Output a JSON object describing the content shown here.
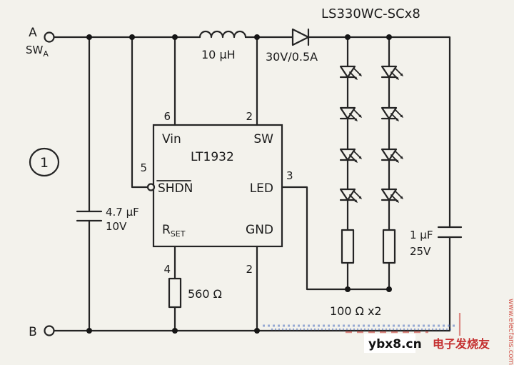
{
  "figure": {
    "number": "1"
  },
  "terminals": {
    "a_label": "A",
    "a_name": "SW",
    "a_name_sub": "A",
    "b_label": "B"
  },
  "components": {
    "inductor_value": "10 μH",
    "diode_rating": "30V/0.5A",
    "led_module": "LS330WC-SCx8",
    "input_cap_value": "4.7 μF",
    "input_cap_voltage": "10V",
    "rset_value": "560 Ω",
    "ballast_resistors": "100 Ω x2",
    "output_cap_value": "1 μF",
    "output_cap_voltage": "25V"
  },
  "ic": {
    "part": "LT1932",
    "pins": {
      "vin": {
        "label": "Vin",
        "number": "6"
      },
      "sw": {
        "label": "SW",
        "number": "2"
      },
      "shdn": {
        "label": "SHDN",
        "number": "5"
      },
      "led": {
        "label": "LED",
        "number": "3"
      },
      "rset": {
        "label": "R",
        "sub": "SET",
        "number": "4"
      },
      "gnd": {
        "label": "GND",
        "number": "2"
      }
    }
  },
  "watermarks": {
    "site": "ybx8.cn",
    "brand": "电子发烧友",
    "url": "www.elecfans.com"
  }
}
